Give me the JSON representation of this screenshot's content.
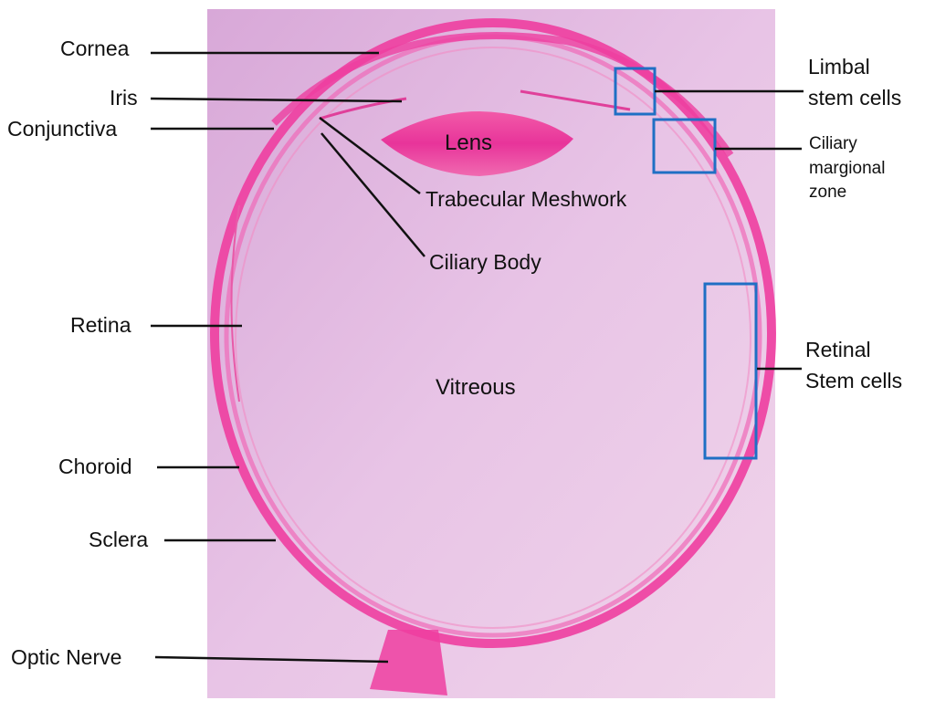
{
  "labels": {
    "cornea": "Cornea",
    "iris": "Iris",
    "conjunctiva": "Conjunctiva",
    "trabecular": "Trabecular Meshwork",
    "ciliary_body": "Ciliary Body",
    "retina": "Retina",
    "choroid": "Choroid",
    "sclera": "Sclera",
    "optic_nerve": "Optic Nerve",
    "lens": "Lens",
    "vitreous": "Vitreous",
    "limbal_1": "Limbal",
    "limbal_2": "stem cells",
    "ciliary_mz_1": "Ciliary",
    "ciliary_mz_2": "margional",
    "ciliary_mz_3": "zone",
    "retinal_sc_1": "Retinal",
    "retinal_sc_2": "Stem cells"
  },
  "colors": {
    "tissue_background": "#dcb3dc",
    "tissue_pink": "#ee3ea0",
    "box_stroke": "#1f6fc4",
    "leader_line": "#111111"
  }
}
